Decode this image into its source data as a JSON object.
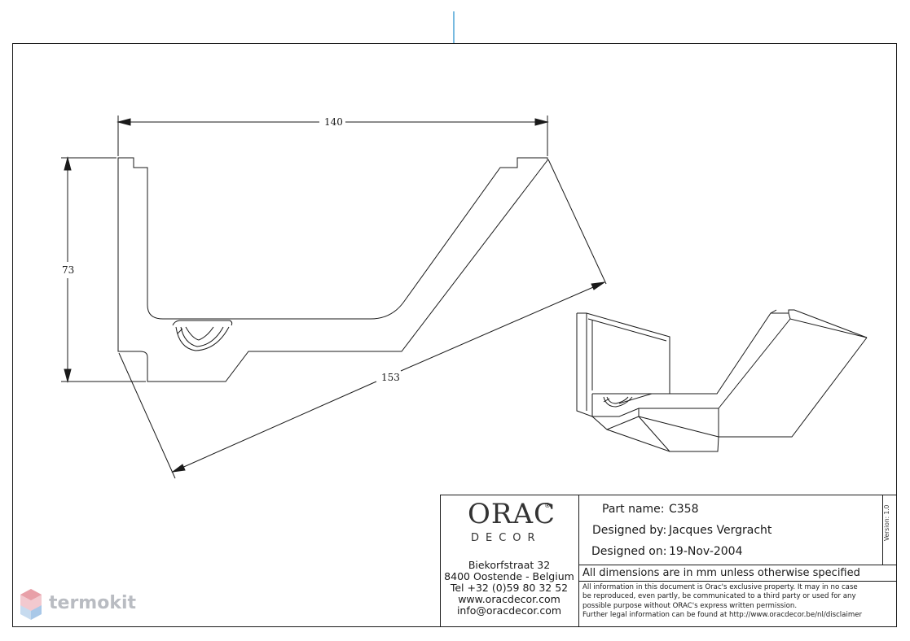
{
  "dimensions": {
    "width": "140",
    "height": "73",
    "diagonal": "153"
  },
  "title_block": {
    "logo_main": "ORAC",
    "logo_sub": "DECOR",
    "logo_reg": "®",
    "address_lines": [
      "Biekorfstraat 32",
      "8400 Oostende - Belgium",
      "Tel  +32 (0)59 80 32 52",
      "www.oracdecor.com",
      "info@oracdecor.com"
    ],
    "part_name_label": "Part name:",
    "part_name_value": "C358",
    "designed_by_label": "Designed by:",
    "designed_by_value": "Jacques Vergracht",
    "designed_on_label": "Designed on:",
    "designed_on_value": "19-Nov-2004",
    "version": "Version: 1.0",
    "dimensions_note": "All dimensions are in mm unless otherwise specified",
    "legal_lines": [
      "All information in this document is Orac's exclusive property.  It may in no case",
      "be reproduced, even partly, be communicated to a third party or used for any",
      "possible purpose without ORAC's express written permission.",
      "Further legal information can be found at http://www.oracdecor.be/nl/disclaimer"
    ]
  },
  "watermark": {
    "text": "termokit"
  },
  "colors": {
    "line": "#1a1a1a",
    "accent_tick": "#4aa3d6",
    "watermark_icon": "#e8a0a8",
    "watermark_icon2": "#a9c8e8",
    "watermark_text": "#b9bcc2"
  }
}
